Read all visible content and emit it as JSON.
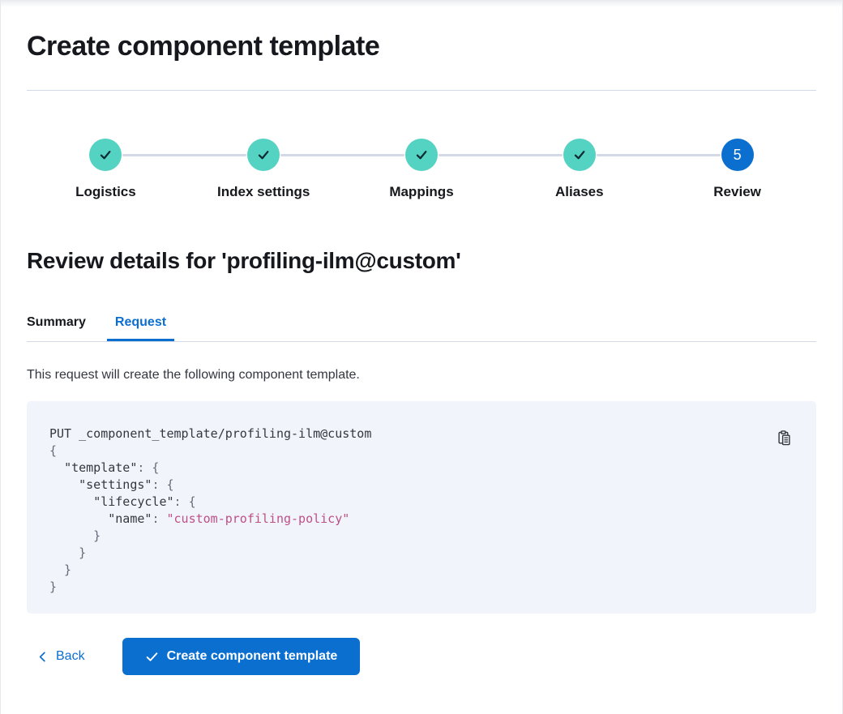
{
  "page": {
    "title": "Create component template"
  },
  "stepper": {
    "steps": [
      {
        "label": "Logistics",
        "status": "complete"
      },
      {
        "label": "Index settings",
        "status": "complete"
      },
      {
        "label": "Mappings",
        "status": "complete"
      },
      {
        "label": "Aliases",
        "status": "complete"
      },
      {
        "label": "Review",
        "status": "current",
        "number": "5"
      }
    ]
  },
  "review": {
    "heading": "Review details for 'profiling-ilm@custom'",
    "tabs": [
      {
        "label": "Summary",
        "active": false
      },
      {
        "label": "Request",
        "active": true
      }
    ],
    "description": "This request will create the following component template."
  },
  "request_preview": {
    "copy_icon": "copy-clipboard-icon",
    "code_lines": [
      [
        {
          "type": "plain",
          "text": "PUT _component_template/profiling-ilm@custom"
        }
      ],
      [
        {
          "type": "punc",
          "text": "{"
        }
      ],
      [
        {
          "type": "plain",
          "text": "  "
        },
        {
          "type": "key",
          "text": "\"template\""
        },
        {
          "type": "punc",
          "text": ": {"
        }
      ],
      [
        {
          "type": "plain",
          "text": "    "
        },
        {
          "type": "key",
          "text": "\"settings\""
        },
        {
          "type": "punc",
          "text": ": {"
        }
      ],
      [
        {
          "type": "plain",
          "text": "      "
        },
        {
          "type": "key",
          "text": "\"lifecycle\""
        },
        {
          "type": "punc",
          "text": ": {"
        }
      ],
      [
        {
          "type": "plain",
          "text": "        "
        },
        {
          "type": "key",
          "text": "\"name\""
        },
        {
          "type": "punc",
          "text": ": "
        },
        {
          "type": "string",
          "text": "\"custom-profiling-policy\""
        }
      ],
      [
        {
          "type": "punc",
          "text": "      }"
        }
      ],
      [
        {
          "type": "punc",
          "text": "    }"
        }
      ],
      [
        {
          "type": "punc",
          "text": "  }"
        }
      ],
      [
        {
          "type": "punc",
          "text": "}"
        }
      ]
    ]
  },
  "actions": {
    "back_label": "Back",
    "create_label": "Create component template"
  },
  "colors": {
    "primary_blue": "#0B6FD0",
    "step_complete_teal": "#54D2C2",
    "check_ink": "#0E2A33",
    "text_dark": "#16181D",
    "body_text": "#343741",
    "divider": "#D3DAE6",
    "border": "#E6E8EE",
    "code_bg": "#F2F4FB",
    "code_text": "#343741",
    "code_punct": "#646A77",
    "code_string": "#BC5087"
  }
}
